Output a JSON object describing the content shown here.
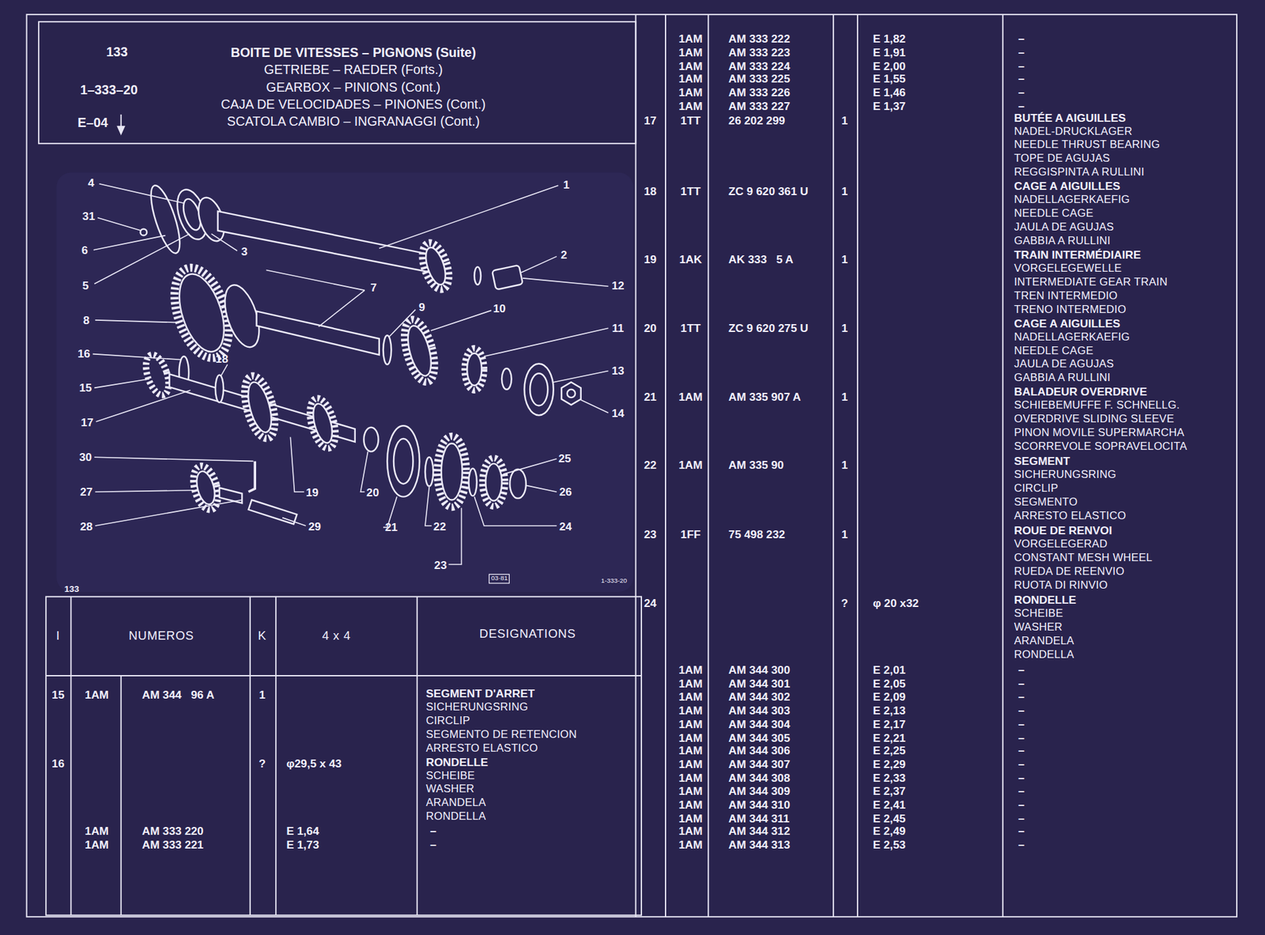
{
  "diagram": {
    "title": "BOITE DE VITESSES – PIGNONS (Suite)",
    "labels": [
      "133",
      "1–333–20",
      "E–04",
      "GETRIEBE – RAEDER (Forts.)",
      "GEARBOX – PINIONS (Cont.)",
      "CAJA DE VELOCIDADES – PINONES (Cont.)",
      "SCATOLA CAMBIO – INGRANAGGI (Cont.)",
      "1",
      "2",
      "3",
      "4",
      "31",
      "6",
      "5",
      "7",
      "8",
      "9",
      "10",
      "12",
      "11",
      "16",
      "18",
      "13",
      "14",
      "15",
      "17",
      "30",
      "25",
      "27",
      "19",
      "20",
      "22",
      "26",
      "24",
      "28",
      "29",
      "21",
      "23",
      "133",
      "03·81",
      "1-333-20",
      "I",
      "NUMEROS",
      "K",
      "4 x 4",
      "DESIGNATIONS",
      "15",
      "1AM",
      "AM 344   96 A",
      "1",
      "SEGMENT D'ARRET",
      "SICHERUNGSRING",
      "CIRCLIP",
      "SEGMENTO DE RETENCION",
      "ARRESTO ELASTICO",
      "16",
      "?",
      "φ29,5 x 43",
      "RONDELLE",
      "SCHEIBE",
      "WASHER",
      "ARANDELA",
      "RONDELLA",
      "1AM",
      "AM 333 220",
      "E 1,64",
      "–",
      "1AM",
      "AM 333 221",
      "E 1,73",
      "–",
      "1AM",
      "AM 333 222",
      "E 1,82",
      "–",
      "1AM",
      "AM 333 223",
      "E 1,91",
      "–",
      "1AM",
      "AM 333 224",
      "E 2,00",
      "–",
      "1AM",
      "AM 333 225",
      "E 1,55",
      "–",
      "1AM",
      "AM 333 226",
      "E 1,46",
      "–",
      "1AM",
      "AM 333 227",
      "E 1,37",
      "–",
      "17",
      "1TT",
      "26 202 299",
      "1",
      "BUTÉE A AIGUILLES",
      "NADEL-DRUCKLAGER",
      "NEEDLE THRUST BEARING",
      "TOPE DE AGUJAS",
      "REGGISPINTA A RULLINI",
      "18",
      "1TT",
      "ZC 9 620 361 U",
      "1",
      "CAGE A AIGUILLES",
      "NADELLAGERKAEFIG",
      "NEEDLE CAGE",
      "JAULA DE AGUJAS",
      "GABBIA A RULLINI",
      "19",
      "1AK",
      "AK 333   5 A",
      "1",
      "TRAIN INTERMÉDIAIRE",
      "VORGELEGEWELLE",
      "INTERMEDIATE GEAR TRAIN",
      "TREN INTERMEDIO",
      "TRENO INTERMEDIO",
      "20",
      "1TT",
      "ZC 9 620 275 U",
      "1",
      "CAGE A AIGUILLES",
      "NADELLAGERKAEFIG",
      "NEEDLE CAGE",
      "JAULA DE AGUJAS",
      "GABBIA A RULLINI",
      "21",
      "1AM",
      "AM 335 907 A",
      "1",
      "BALADEUR OVERDRIVE",
      "SCHIEBEMUFFE F. SCHNELLG.",
      "OVERDRIVE SLIDING SLEEVE",
      "PINON MOVILE SUPERMARCHA",
      "SCORREVOLE SOPRAVELOCITA",
      "22",
      "1AM",
      "AM 335 90",
      "1",
      "SEGMENT",
      "SICHERUNGSRING",
      "CIRCLIP",
      "SEGMENTO",
      "ARRESTO ELASTICO",
      "23",
      "1FF",
      "75 498 232",
      "1",
      "ROUE DE RENVOI",
      "VORGELEGERAD",
      "CONSTANT MESH WHEEL",
      "RUEDA DE REENVIO",
      "RUOTA DI RINVIO",
      "24",
      "?",
      "φ 20 x32",
      "RONDELLE",
      "SCHEIBE",
      "WASHER",
      "ARANDELA",
      "RONDELLA",
      "1AM",
      "AM 344 300",
      "E 2,01",
      "–",
      "1AM",
      "AM 344 301",
      "E 2,05",
      "–",
      "1AM",
      "AM 344 302",
      "E 2,09",
      "–",
      "1AM",
      "AM 344 303",
      "E 2,13",
      "–",
      "1AM",
      "AM 344 304",
      "E 2,17",
      "–",
      "1AM",
      "AM 344 305",
      "E 2,21",
      "–",
      "1AM",
      "AM 344 306",
      "E 2,25",
      "–",
      "1AM",
      "AM 344 307",
      "E 2,29",
      "–",
      "1AM",
      "AM 344 308",
      "E 2,33",
      "–",
      "1AM",
      "AM 344 309",
      "E 2,37",
      "–",
      "1AM",
      "AM 344 310",
      "E 2,41",
      "–",
      "1AM",
      "AM 344 311",
      "E 2,45",
      "–",
      "1AM",
      "AM 344 312",
      "E 2,49",
      "–",
      "1AM",
      "AM 344 313",
      "E 2,53",
      "–"
    ]
  }
}
